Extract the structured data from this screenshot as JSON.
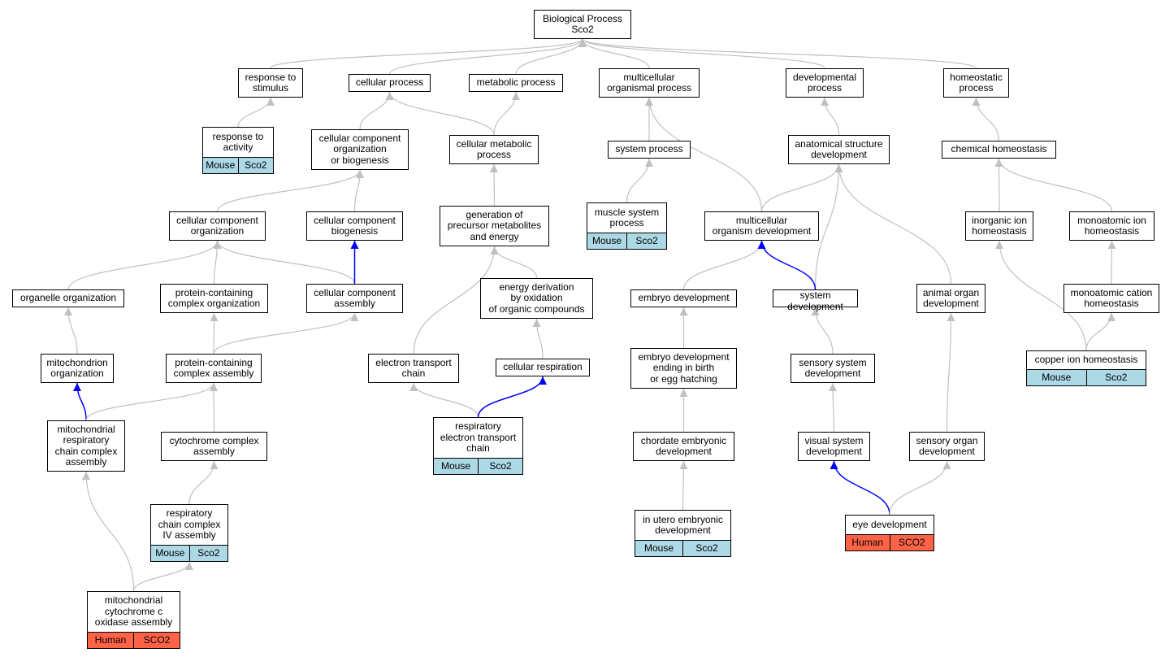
{
  "colors": {
    "edge": "#c0c0c0",
    "highlight_edge": "#0000ff",
    "mouse": "#add8e6",
    "human": "#ff6347"
  },
  "nodes": [
    {
      "id": "root",
      "label": "Biological Process\nSco2"
    },
    {
      "id": "resp_stim",
      "label": "response to\nstimulus"
    },
    {
      "id": "cell_proc",
      "label": "cellular process"
    },
    {
      "id": "metab_proc",
      "label": "metabolic process"
    },
    {
      "id": "multi_org_proc",
      "label": "multicellular\norganismal process"
    },
    {
      "id": "dev_proc",
      "label": "developmental\nprocess"
    },
    {
      "id": "homeo_proc",
      "label": "homeostatic\nprocess"
    },
    {
      "id": "resp_activity",
      "label": "response to\nactivity",
      "ann": {
        "org": "Mouse",
        "gene": "Sco2",
        "type": "mouse"
      }
    },
    {
      "id": "ccob",
      "label": "cellular component\norganization\nor biogenesis"
    },
    {
      "id": "cell_metab",
      "label": "cellular metabolic\nprocess"
    },
    {
      "id": "sys_proc",
      "label": "system process"
    },
    {
      "id": "anat_dev",
      "label": "anatomical structure\ndevelopment"
    },
    {
      "id": "chem_homeo",
      "label": "chemical homeostasis"
    },
    {
      "id": "cc_org",
      "label": "cellular component\norganization"
    },
    {
      "id": "cc_biog",
      "label": "cellular component\nbiogenesis"
    },
    {
      "id": "gen_precursor",
      "label": "generation of\nprecursor metabolites\nand energy"
    },
    {
      "id": "muscle_sys",
      "label": "muscle system\nprocess",
      "ann": {
        "org": "Mouse",
        "gene": "Sco2",
        "type": "mouse"
      }
    },
    {
      "id": "multi_org_dev",
      "label": "multicellular\norganism development"
    },
    {
      "id": "inorg_ion",
      "label": "inorganic ion\nhomeostasis"
    },
    {
      "id": "monoatomic_ion",
      "label": "monoatomic ion\nhomeostasis"
    },
    {
      "id": "organelle_org",
      "label": "organelle organization"
    },
    {
      "id": "pc_org",
      "label": "protein-containing\ncomplex organization"
    },
    {
      "id": "cc_assembly",
      "label": "cellular component\nassembly"
    },
    {
      "id": "energy_deriv",
      "label": "energy derivation\nby oxidation\nof organic compounds"
    },
    {
      "id": "embryo_dev",
      "label": "embryo development"
    },
    {
      "id": "system_dev",
      "label": "system development"
    },
    {
      "id": "animal_organ",
      "label": "animal organ\ndevelopment"
    },
    {
      "id": "monoatomic_cation",
      "label": "monoatomic cation\nhomeostasis"
    },
    {
      "id": "mito_org",
      "label": "mitochondrion\norganization"
    },
    {
      "id": "pc_assembly",
      "label": "protein-containing\ncomplex assembly"
    },
    {
      "id": "etc",
      "label": "electron transport\nchain"
    },
    {
      "id": "cell_resp",
      "label": "cellular respiration"
    },
    {
      "id": "embryo_birth",
      "label": "embryo development\nending in birth\nor egg hatching"
    },
    {
      "id": "sensory_sys",
      "label": "sensory system\ndevelopment"
    },
    {
      "id": "copper_ion",
      "label": "copper ion homeostasis",
      "ann": {
        "org": "Mouse",
        "gene": "Sco2",
        "type": "mouse"
      }
    },
    {
      "id": "mito_resp_chain",
      "label": "mitochondrial\nrespiratory\nchain complex\nassembly"
    },
    {
      "id": "cyto_complex",
      "label": "cytochrome complex\nassembly"
    },
    {
      "id": "resp_etc",
      "label": "respiratory\nelectron transport\nchain",
      "ann": {
        "org": "Mouse",
        "gene": "Sco2",
        "type": "mouse"
      }
    },
    {
      "id": "chordate",
      "label": "chordate embryonic\ndevelopment"
    },
    {
      "id": "visual_sys",
      "label": "visual system\ndevelopment"
    },
    {
      "id": "sensory_organ",
      "label": "sensory organ\ndevelopment"
    },
    {
      "id": "resp_chain_iv",
      "label": "respiratory\nchain complex\nIV assembly",
      "ann": {
        "org": "Mouse",
        "gene": "Sco2",
        "type": "mouse"
      }
    },
    {
      "id": "in_utero",
      "label": "in utero embryonic\ndevelopment",
      "ann": {
        "org": "Mouse",
        "gene": "Sco2",
        "type": "mouse"
      }
    },
    {
      "id": "eye_dev",
      "label": "eye development",
      "ann": {
        "org": "Human",
        "gene": "SCO2",
        "type": "human"
      }
    },
    {
      "id": "mito_cyto_c",
      "label": "mitochondrial\ncytochrome c\noxidase assembly",
      "ann": {
        "org": "Human",
        "gene": "SCO2",
        "type": "human"
      }
    }
  ],
  "edges": [
    {
      "from": "resp_stim",
      "to": "root"
    },
    {
      "from": "cell_proc",
      "to": "root"
    },
    {
      "from": "metab_proc",
      "to": "root"
    },
    {
      "from": "multi_org_proc",
      "to": "root"
    },
    {
      "from": "dev_proc",
      "to": "root"
    },
    {
      "from": "homeo_proc",
      "to": "root"
    },
    {
      "from": "resp_activity",
      "to": "resp_stim"
    },
    {
      "from": "ccob",
      "to": "cell_proc"
    },
    {
      "from": "cell_metab",
      "to": "cell_proc"
    },
    {
      "from": "cell_metab",
      "to": "metab_proc"
    },
    {
      "from": "sys_proc",
      "to": "multi_org_proc"
    },
    {
      "from": "multi_org_dev",
      "to": "multi_org_proc"
    },
    {
      "from": "anat_dev",
      "to": "dev_proc"
    },
    {
      "from": "chem_homeo",
      "to": "homeo_proc"
    },
    {
      "from": "muscle_sys",
      "to": "sys_proc"
    },
    {
      "from": "cc_org",
      "to": "ccob"
    },
    {
      "from": "cc_biog",
      "to": "ccob"
    },
    {
      "from": "gen_precursor",
      "to": "cell_metab"
    },
    {
      "from": "multi_org_dev",
      "to": "anat_dev"
    },
    {
      "from": "system_dev",
      "to": "anat_dev"
    },
    {
      "from": "animal_organ",
      "to": "anat_dev"
    },
    {
      "from": "inorg_ion",
      "to": "chem_homeo"
    },
    {
      "from": "monoatomic_ion",
      "to": "chem_homeo"
    },
    {
      "from": "organelle_org",
      "to": "cc_org"
    },
    {
      "from": "pc_org",
      "to": "cc_org"
    },
    {
      "from": "cc_assembly",
      "to": "cc_org"
    },
    {
      "from": "cc_assembly",
      "to": "cc_biog",
      "hl": true
    },
    {
      "from": "energy_deriv",
      "to": "gen_precursor"
    },
    {
      "from": "etc",
      "to": "gen_precursor"
    },
    {
      "from": "embryo_dev",
      "to": "multi_org_dev"
    },
    {
      "from": "system_dev",
      "to": "multi_org_dev",
      "hl": true
    },
    {
      "from": "monoatomic_cation",
      "to": "monoatomic_ion"
    },
    {
      "from": "copper_ion",
      "to": "inorg_ion"
    },
    {
      "from": "copper_ion",
      "to": "monoatomic_cation"
    },
    {
      "from": "mito_org",
      "to": "organelle_org"
    },
    {
      "from": "pc_assembly",
      "to": "pc_org"
    },
    {
      "from": "pc_assembly",
      "to": "cc_assembly"
    },
    {
      "from": "cell_resp",
      "to": "energy_deriv"
    },
    {
      "from": "embryo_birth",
      "to": "embryo_dev"
    },
    {
      "from": "sensory_sys",
      "to": "system_dev"
    },
    {
      "from": "mito_resp_chain",
      "to": "mito_org",
      "hl": true
    },
    {
      "from": "mito_resp_chain",
      "to": "pc_assembly"
    },
    {
      "from": "cyto_complex",
      "to": "pc_assembly"
    },
    {
      "from": "resp_etc",
      "to": "etc"
    },
    {
      "from": "resp_etc",
      "to": "cell_resp",
      "hl": true
    },
    {
      "from": "chordate",
      "to": "embryo_birth"
    },
    {
      "from": "visual_sys",
      "to": "sensory_sys"
    },
    {
      "from": "sensory_organ",
      "to": "animal_organ"
    },
    {
      "from": "resp_chain_iv",
      "to": "cyto_complex"
    },
    {
      "from": "in_utero",
      "to": "chordate"
    },
    {
      "from": "eye_dev",
      "to": "visual_sys",
      "hl": true
    },
    {
      "from": "eye_dev",
      "to": "sensory_organ"
    },
    {
      "from": "mito_cyto_c",
      "to": "mito_resp_chain"
    },
    {
      "from": "mito_cyto_c",
      "to": "resp_chain_iv"
    }
  ]
}
